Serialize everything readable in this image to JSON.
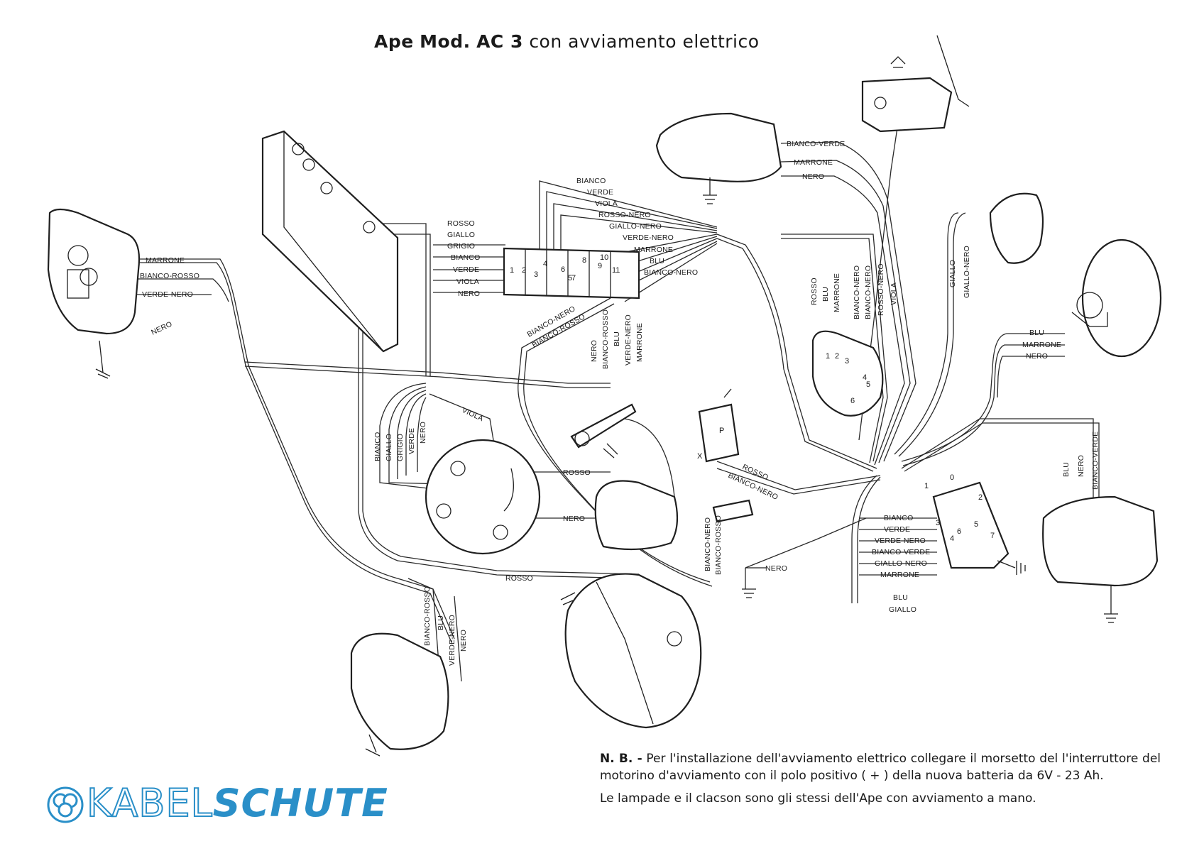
{
  "title": {
    "part1": "Ape",
    "part2": "Mod.",
    "part3": "AC 3",
    "part4": "con avviamento elettrico"
  },
  "note": {
    "nb": "N. B. -",
    "line1": "Per l'installazione dell'avviamento elettrico collegare il morsetto del l'interruttore del motorino d'avviamento con il polo positivo ( + ) della nuova batteria da 6V - 23 Ah.",
    "line2": "Le lampade e il clacson sono gli stessi dell'Ape con avviamento a mano."
  },
  "logo": {
    "word1": "KABEL",
    "word2": "SCHUTE",
    "accent_color": "#2a8fc8"
  },
  "wire_labels": {
    "left_lamp": [
      "MARRONE",
      "BIANCO-ROSSO",
      "VERDE-NERO",
      "NERO"
    ],
    "battery": [
      "ROSSO",
      "GIALLO",
      "GRIGIO",
      "BIANCO",
      "VERDE",
      "VIOLA",
      "NERO"
    ],
    "junction_top": [
      "BIANCO",
      "VERDE",
      "VIOLA",
      "ROSSO-NERO",
      "GIALLO-NERO",
      "VERDE-NERO",
      "MARRONE",
      "BLU",
      "BIANCO-NERO"
    ],
    "junction_diag": [
      "BIANCO-NERO",
      "BIANCO-ROSSO"
    ],
    "junction_vert": [
      "NERO",
      "BIANCO-ROSSO",
      "BLU",
      "VERDE-NERO",
      "MARRONE"
    ],
    "horn": [
      "BIANCO-VERDE",
      "MARRONE",
      "NERO"
    ],
    "switch_vert": [
      "ROSSO",
      "BLU",
      "MARRONE",
      "BIANCO-NERO",
      "BIANCO-NERO",
      "ROSSO-NERO",
      "VIOLA"
    ],
    "switch_nums": [
      "1",
      "2",
      "3",
      "4",
      "5",
      "6"
    ],
    "right_top": [
      "GIALLO",
      "GIALLO-NERO"
    ],
    "headlamp": [
      "BLU",
      "MARRONE",
      "NERO"
    ],
    "magneto_vert": [
      "BIANCO",
      "GIALLO",
      "GRIGIO",
      "VERDE",
      "NERO"
    ],
    "magneto_viola": "VIOLA",
    "coil": [
      "ROSSO",
      "NERO"
    ],
    "relay": [
      "ROSSO",
      "BIANCO-NERO"
    ],
    "relay_x": "X",
    "relay_p": "P",
    "plug_vert": [
      "BIANCO-NERO",
      "BIANCO-ROSSO"
    ],
    "ground": "NERO",
    "starter": "ROSSO",
    "key_switch": [
      "BIANCO",
      "VERDE",
      "VERDE-NERO",
      "BIANCO-VERDE",
      "GIALLO-NERO",
      "MARRONE"
    ],
    "key_bottom": [
      "BLU",
      "GIALLO"
    ],
    "key_nums": [
      "0",
      "1",
      "2",
      "3",
      "4",
      "5",
      "6",
      "7"
    ],
    "rear_right": [
      "BLU",
      "NERO",
      "BIANCO-VERDE"
    ],
    "rear_left": [
      "BIANCO-ROSSO",
      "BLU",
      "VERDE-NERO",
      "NERO"
    ],
    "junction_nums": [
      "1",
      "2",
      "3",
      "4",
      "5",
      "6",
      "7",
      "8",
      "9",
      "10",
      "11"
    ]
  }
}
